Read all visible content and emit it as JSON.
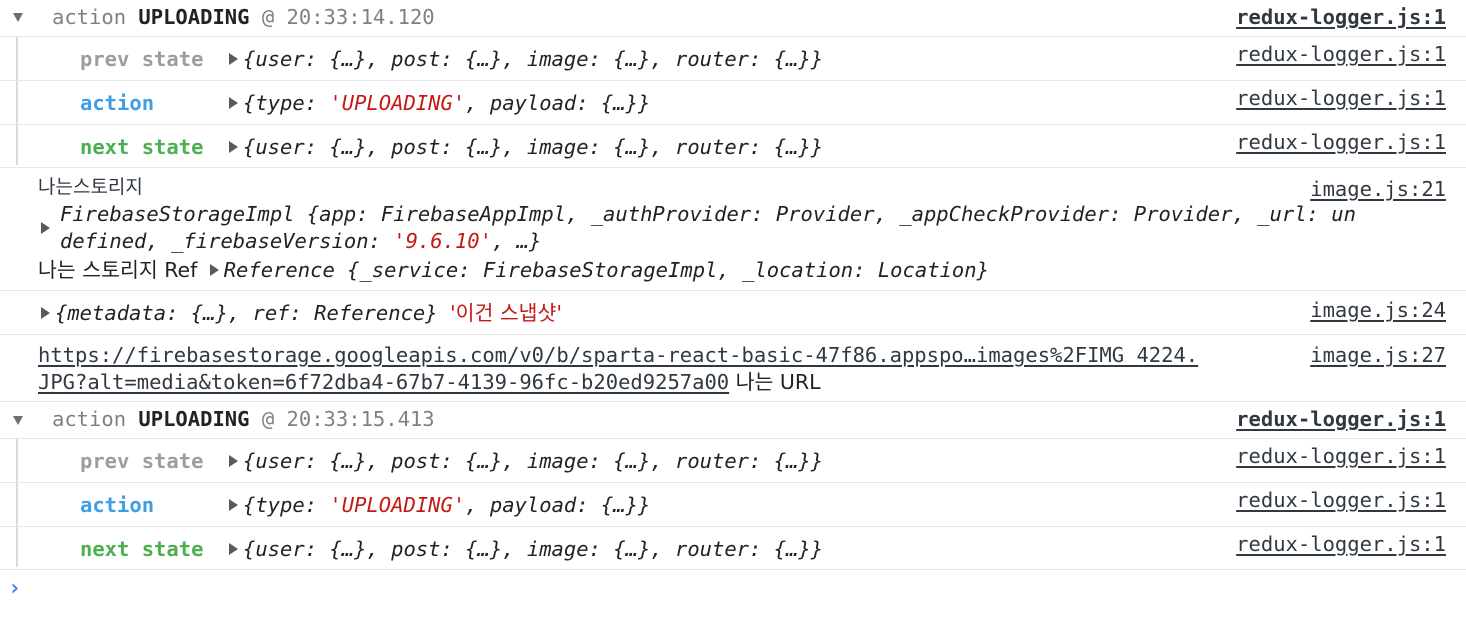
{
  "group1": {
    "header_action": "action",
    "header_type": "UPLOADING",
    "header_at": "@",
    "header_time": "20:33:14.120",
    "source": "redux-logger.js:1",
    "prev_label": "prev state",
    "prev_value": "{user: {…}, post: {…}, image: {…}, router: {…}}",
    "prev_source": "redux-logger.js:1",
    "action_label": "action",
    "action_open": "{type: ",
    "action_type": "'UPLOADING'",
    "action_close": ", payload: {…}}",
    "action_source": "redux-logger.js:1",
    "next_label": "next state",
    "next_value": "{user: {…}, post: {…}, image: {…}, router: {…}}",
    "next_source": "redux-logger.js:1"
  },
  "log_storage": {
    "label": "나는스토리지",
    "source": "image.js:21",
    "line1": "FirebaseStorageImpl {app: FirebaseAppImpl, _authProvider: Provider, _appCheckProvider: Provider, _url: un",
    "line2_a": "defined, _firebaseVersion: ",
    "line2_b": "'9.6.10'",
    "line2_c": ", …}",
    "ref_label": "나는 스토리지 Ref",
    "ref_value": "Reference {_service: FirebaseStorageImpl, _location: Location}"
  },
  "log_snapshot": {
    "value": "{metadata: {…}, ref: Reference}",
    "string": "'이건 스냅샷'",
    "source": "image.js:24"
  },
  "log_url": {
    "url_line1": "https://firebasestorage.googleapis.com/v0/b/sparta-react-basic-47f86.appspo…images%2FIMG_4224.",
    "url_line2": "JPG?alt=media&token=6f72dba4-67b7-4139-96fc-b20ed9257a00",
    "suffix": " 나는 URL",
    "source": "image.js:27"
  },
  "group2": {
    "header_action": "action",
    "header_type": "UPLOADING",
    "header_at": "@",
    "header_time": "20:33:15.413",
    "source": "redux-logger.js:1",
    "prev_label": "prev state",
    "prev_value": "{user: {…}, post: {…}, image: {…}, router: {…}}",
    "prev_source": "redux-logger.js:1",
    "action_label": "action",
    "action_open": "{type: ",
    "action_type": "'UPLOADING'",
    "action_close": ", payload: {…}}",
    "action_source": "redux-logger.js:1",
    "next_label": "next state",
    "next_value": "{user: {…}, post: {…}, image: {…}, router: {…}}",
    "next_source": "redux-logger.js:1"
  },
  "prompt_symbol": "›"
}
